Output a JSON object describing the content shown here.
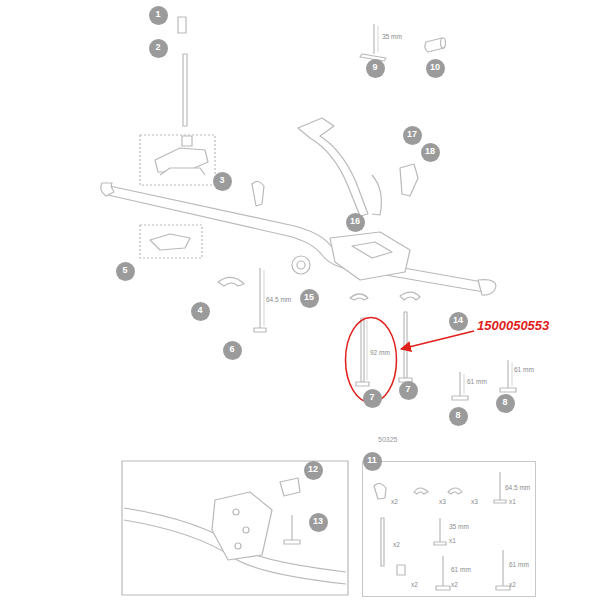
{
  "diagram": {
    "nodes": [
      {
        "text": [
          "1"
        ]
      },
      {
        "text": [
          "2"
        ]
      },
      {
        "text": [
          "9"
        ]
      },
      {
        "text": [
          "10"
        ]
      },
      {
        "text": [
          "17"
        ]
      },
      {
        "text": [
          "18"
        ]
      },
      {
        "text": [
          "3"
        ]
      },
      {
        "text": [
          "16"
        ]
      },
      {
        "text": [
          "5"
        ]
      },
      {
        "text": [
          "15"
        ]
      },
      {
        "text": [
          "4"
        ]
      },
      {
        "text": [
          "14"
        ]
      },
      {
        "text": [
          "6"
        ]
      },
      {
        "text": [
          "92 mm"
        ]
      },
      {
        "text": [
          "7"
        ]
      },
      {
        "text": [
          "7"
        ]
      },
      {
        "text": [
          "8"
        ]
      },
      {
        "text": [
          "8"
        ]
      },
      {
        "text": [
          "x2",
          "x3",
          "x3",
          "64.5 mm",
          "x1",
          "x2",
          "35 mm",
          "x1",
          "x2",
          "61 mm",
          "x2",
          "61 mm",
          "x2"
        ]
      },
      {
        "text": [
          "11"
        ]
      },
      {
        "text": [
          "12"
        ]
      },
      {
        "text": [
          "13"
        ]
      }
    ],
    "labels": [
      "35 mm",
      "64.5 mm",
      "1500050553",
      "61 mm",
      "61 mm",
      "50325"
    ]
  }
}
